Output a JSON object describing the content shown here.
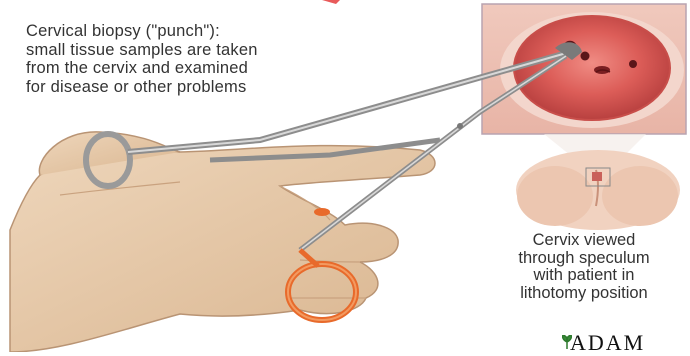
{
  "caption_main": {
    "lines": [
      "Cervical biopsy (\"punch\"):",
      "small tissue samples are taken",
      "from the cervix and examined",
      "for disease or other problems"
    ]
  },
  "caption_side": {
    "lines": [
      "Cervix viewed",
      "through speculum",
      "with patient in",
      "lithotomy position"
    ]
  },
  "logo_text": "ADAM",
  "colors": {
    "skin": "#e7c9a8",
    "cervix": "#d85a56",
    "instrument": "#b9b9b9",
    "ring_orange": "#e86a2b",
    "inset_frame": "#b8a3b0"
  }
}
